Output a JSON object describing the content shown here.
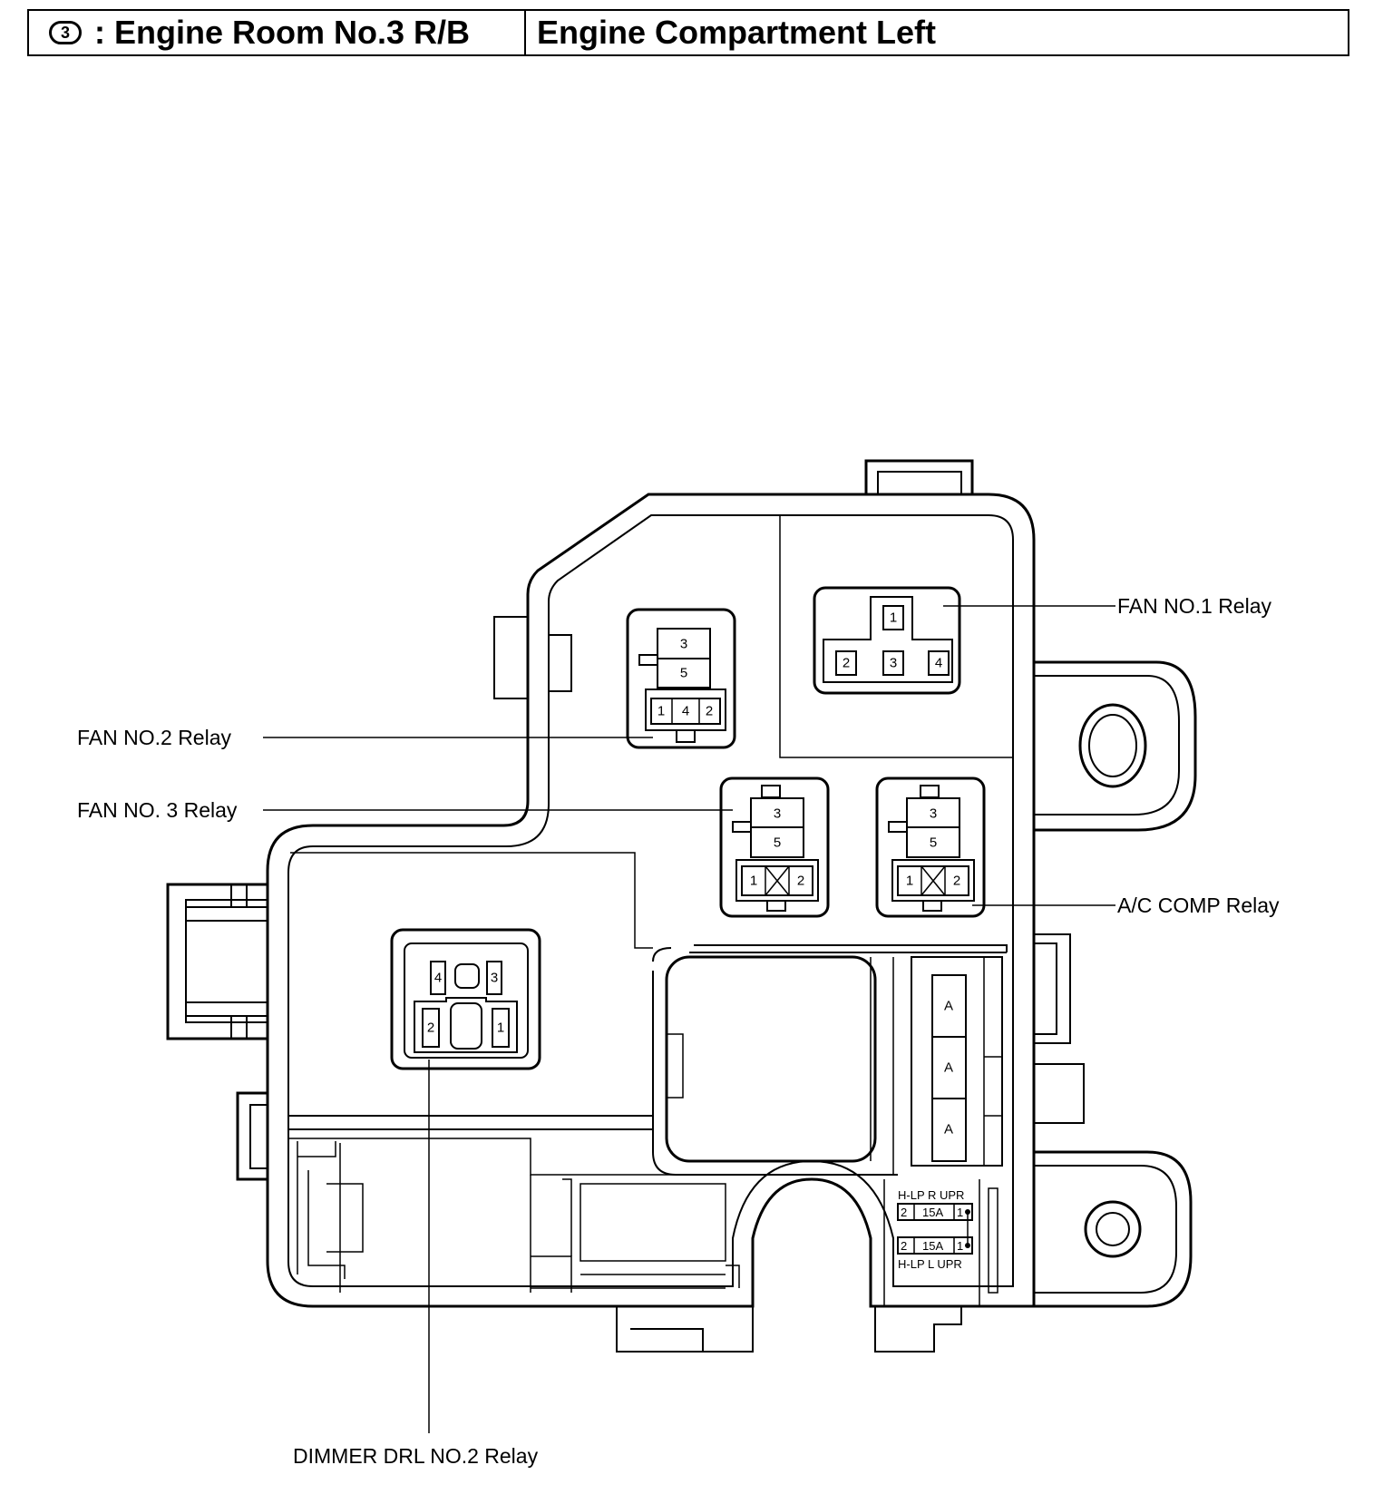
{
  "header": {
    "badge": "3",
    "left_title": ": Engine Room No.3 R/B",
    "right_title": "Engine Compartment Left"
  },
  "labels": {
    "fan1": "FAN NO.1 Relay",
    "fan2": "FAN NO.2 Relay",
    "fan3": "FAN NO. 3 Relay",
    "ac_comp": "A/C COMP Relay",
    "dimmer": "DIMMER DRL NO.2 Relay"
  },
  "relays": {
    "fan1_pins": [
      "1",
      "2",
      "3",
      "4"
    ],
    "fan2_pins": [
      "3",
      "5",
      "1",
      "4",
      "2"
    ],
    "fan3_pins": [
      "3",
      "5",
      "1",
      "2"
    ],
    "ac_pins": [
      "3",
      "5",
      "1",
      "2"
    ],
    "dimmer_pins": [
      "4",
      "3",
      "2",
      "1"
    ]
  },
  "fuses": {
    "block_labels": [
      "A",
      "A",
      "A"
    ],
    "hlp_r_label": "H-LP R UPR",
    "hlp_r_row": [
      "2",
      "15A",
      "1"
    ],
    "hlp_l_row": [
      "2",
      "15A",
      "1"
    ],
    "hlp_l_label": "H-LP L UPR"
  }
}
